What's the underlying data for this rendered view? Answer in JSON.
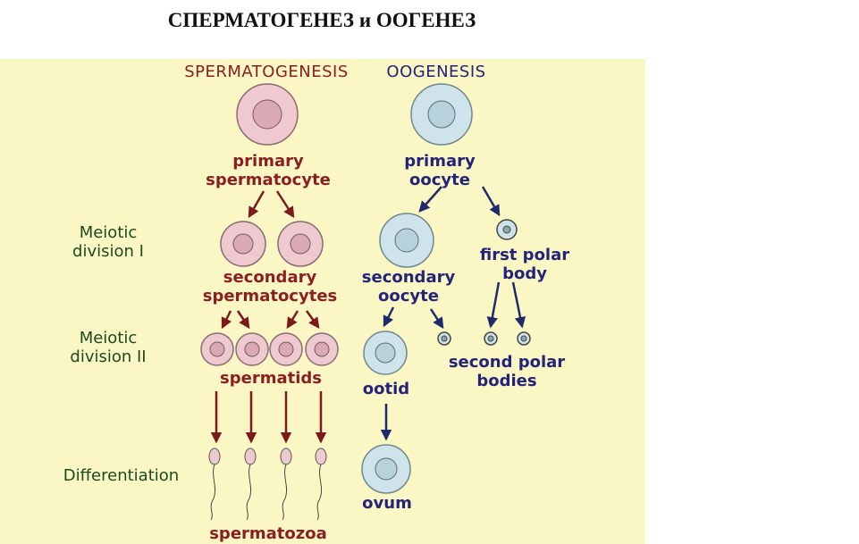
{
  "title": "СПЕРМАТОГЕНЕЗ и ООГЕНЕЗ",
  "headers": {
    "spermatogenesis": "SPERMATOGENESIS",
    "oogenesis": "OOGENESIS"
  },
  "stages": {
    "meiosis_one": "Meiotic\ndivision I",
    "meiosis_two": "Meiotic\ndivision II",
    "differentiation": "Differentiation"
  },
  "spermatogenesis_labels": {
    "primary": "primary\nspermatocyte",
    "secondary": "secondary\nspermatocytes",
    "spermatids": "spermatids",
    "spermatozoa": "spermatozoa"
  },
  "oogenesis_labels": {
    "primary": "primary\noocyte",
    "secondary": "secondary\noocyte",
    "first_polar": "first polar\nbody",
    "second_polar": "second polar\nbodies",
    "ootid": "ootid",
    "ovum": "ovum"
  },
  "colors": {
    "background": "#fbf7c4",
    "sperm_cell": "#eec9d0",
    "egg_cell": "#cfe3ea",
    "sperm_text": "#8a1f22",
    "oo_text": "#23237a",
    "stage_text": "#1c4a1f"
  }
}
